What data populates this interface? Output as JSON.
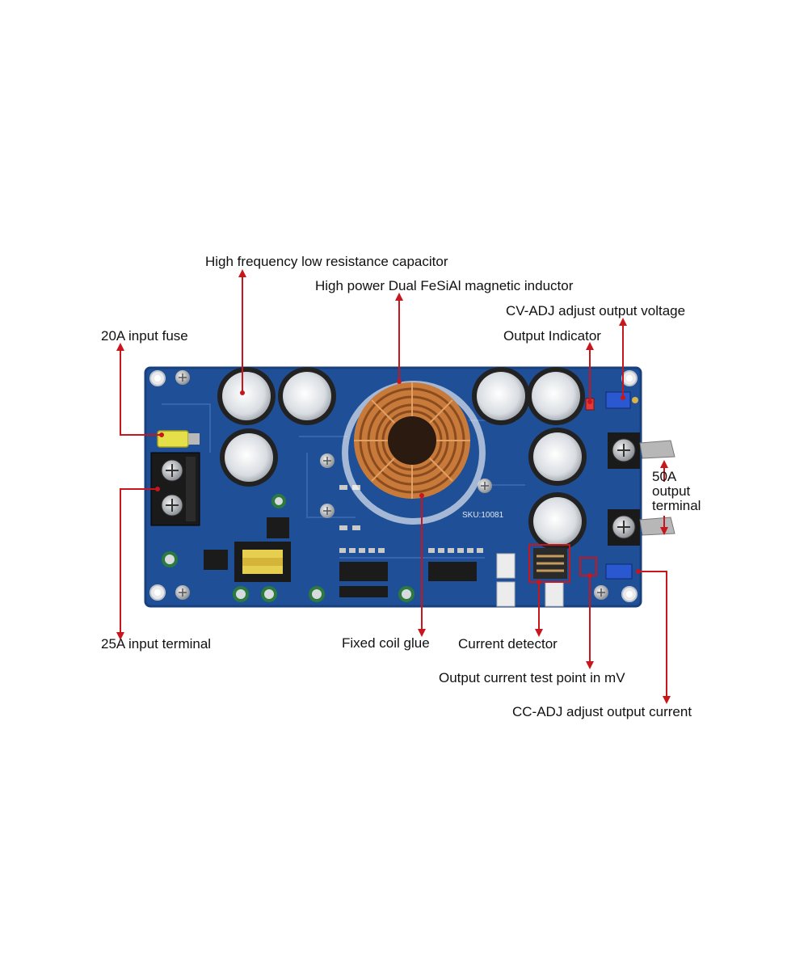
{
  "labels": {
    "capacitor": "High frequency low resistance capacitor",
    "inductor": "High power Dual FeSiAl magnetic inductor",
    "cv_adj": "CV-ADJ adjust output voltage",
    "input_fuse": "20A input fuse",
    "output_indicator": "Output Indicator",
    "output_terminal_line1": "50A",
    "output_terminal_line2": "output",
    "output_terminal_line3": "terminal",
    "input_terminal": "25A input terminal",
    "coil_glue": "Fixed coil glue",
    "current_detector": "Current detector",
    "test_point": "Output current test point in mV",
    "cc_adj": "CC-ADJ adjust output current"
  },
  "board": {
    "sku": "SKU:10081"
  },
  "colors": {
    "board": "#1f4f96",
    "board_edge": "#17407d",
    "leader": "#c8161d",
    "label_text": "#111111",
    "copper": "#c87a3a"
  }
}
